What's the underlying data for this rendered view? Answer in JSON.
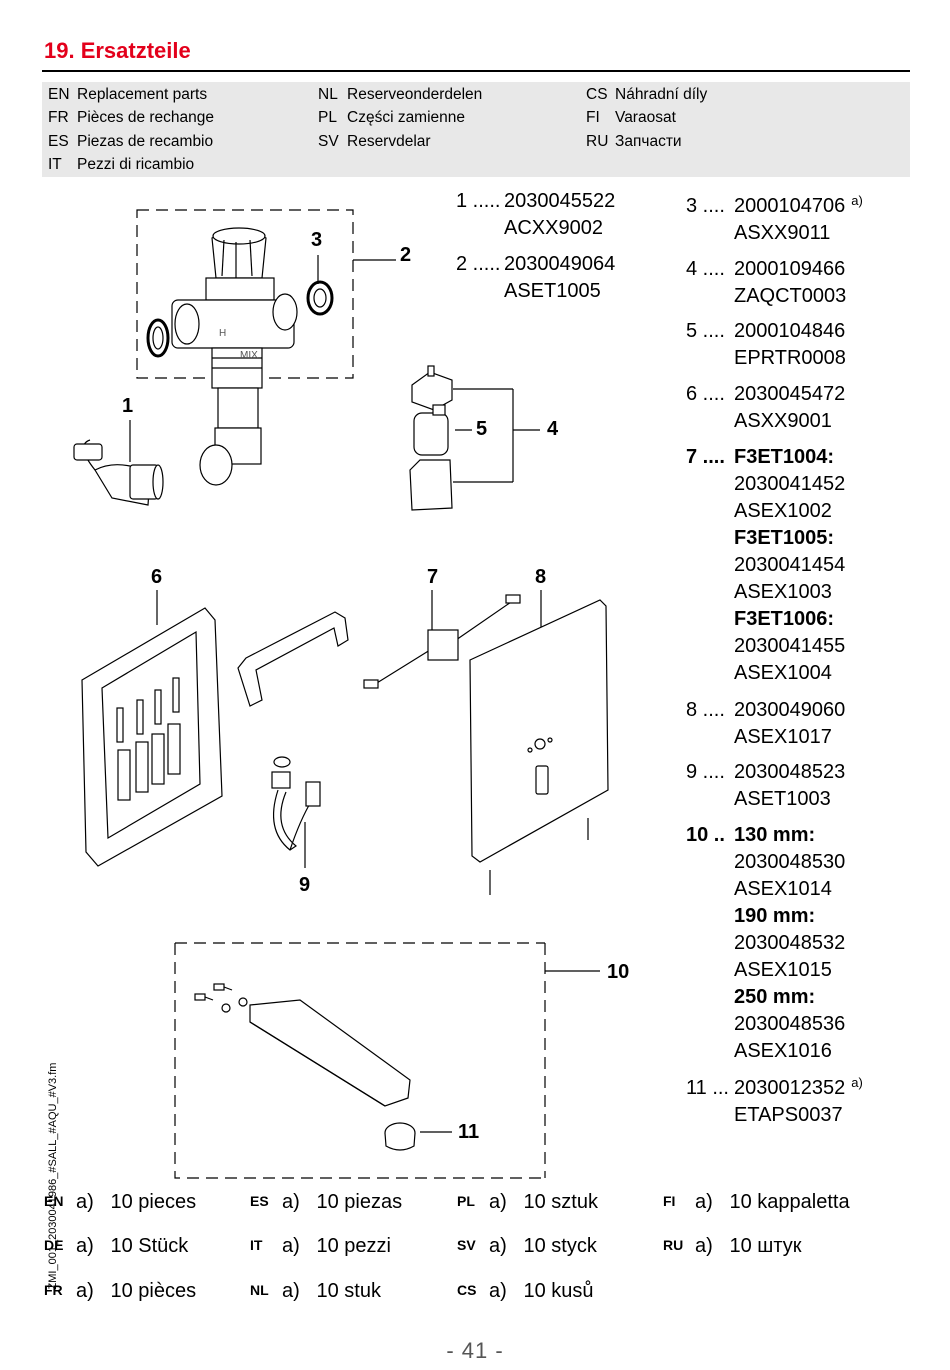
{
  "header": {
    "section_title": "19.  Ersatzteile",
    "languages": [
      {
        "code": "EN",
        "label": "Replacement parts"
      },
      {
        "code": "FR",
        "label": "Pièces de rechange"
      },
      {
        "code": "ES",
        "label": "Piezas de recambio"
      },
      {
        "code": "IT",
        "label": "Pezzi di ricambio"
      },
      {
        "code": "NL",
        "label": "Reserveonderdelen"
      },
      {
        "code": "PL",
        "label": "Części zamienne"
      },
      {
        "code": "SV",
        "label": "Reservdelar"
      },
      {
        "code": "CS",
        "label": "Náhradní díly"
      },
      {
        "code": "FI",
        "label": "Varaosat"
      },
      {
        "code": "RU",
        "label": "Запчасти"
      }
    ]
  },
  "parts_left": [
    {
      "num": "1 .....",
      "code1": "2030045522",
      "code2": "ACXX9002"
    },
    {
      "num": "2 .....",
      "code1": "2030049064",
      "code2": "ASET1005"
    }
  ],
  "parts_right": {
    "p3": {
      "num": "3 ....",
      "code1": "2000104706",
      "note": "a)",
      "code2": "ASXX9011"
    },
    "p4": {
      "num": "4 ....",
      "code1": "2000109466",
      "code2": "ZAQCT0003"
    },
    "p5": {
      "num": "5 ....",
      "code1": "2000104846",
      "code2": "EPRTR0008"
    },
    "p6": {
      "num": "6 ....",
      "code1": "2030045472",
      "code2": "ASXX9001"
    },
    "p7": {
      "num": "7 ....",
      "v1": "F3ET1004:",
      "v1a": "2030041452",
      "v1b": "ASEX1002",
      "v2": "F3ET1005:",
      "v2a": "2030041454",
      "v2b": "ASEX1003",
      "v3": "F3ET1006:",
      "v3a": "2030041455",
      "v3b": "ASEX1004"
    },
    "p8": {
      "num": "8 ....",
      "code1": "2030049060",
      "code2": "ASEX1017"
    },
    "p9": {
      "num": "9 ....",
      "code1": "2030048523",
      "code2": "ASET1003"
    },
    "p10": {
      "num": "10 ..",
      "v1": "130 mm:",
      "v1a": "2030048530",
      "v1b": "ASEX1014",
      "v2": "190 mm:",
      "v2a": "2030048532",
      "v2b": "ASEX1015",
      "v3": "250 mm:",
      "v3a": "2030048536",
      "v3b": "ASEX1016"
    },
    "p11": {
      "num": "11 ...",
      "code1": "2030012352",
      "note": "a)",
      "code2": "ETAPS0037"
    }
  },
  "callouts": [
    "1",
    "2",
    "3",
    "4",
    "5",
    "6",
    "7",
    "8",
    "9",
    "10",
    "11"
  ],
  "footnotes": [
    {
      "code": "EN",
      "mark": "a)",
      "text": "10 pieces"
    },
    {
      "code": "DE",
      "mark": "a)",
      "text": "10 Stück"
    },
    {
      "code": "FR",
      "mark": "a)",
      "text": "10 pièces"
    },
    {
      "code": "ES",
      "mark": "a)",
      "text": "10 piezas"
    },
    {
      "code": "IT",
      "mark": "a)",
      "text": "10 pezzi"
    },
    {
      "code": "NL",
      "mark": "a)",
      "text": "10 stuk"
    },
    {
      "code": "PL",
      "mark": "a)",
      "text": "10 sztuk"
    },
    {
      "code": "SV",
      "mark": "a)",
      "text": "10 styck"
    },
    {
      "code": "CS",
      "mark": "a)",
      "text": "10 kusů"
    },
    {
      "code": "FI",
      "mark": "a)",
      "text": "10 kappaletta"
    },
    {
      "code": "RU",
      "mark": "a)",
      "text": "10 штук"
    }
  ],
  "valve_labels": {
    "h": "H",
    "mix": "MIX"
  },
  "side_filename": "ZMI_001_2030041986_#SALL_#AQU_#V3.fm",
  "page_number": "- 41 -"
}
